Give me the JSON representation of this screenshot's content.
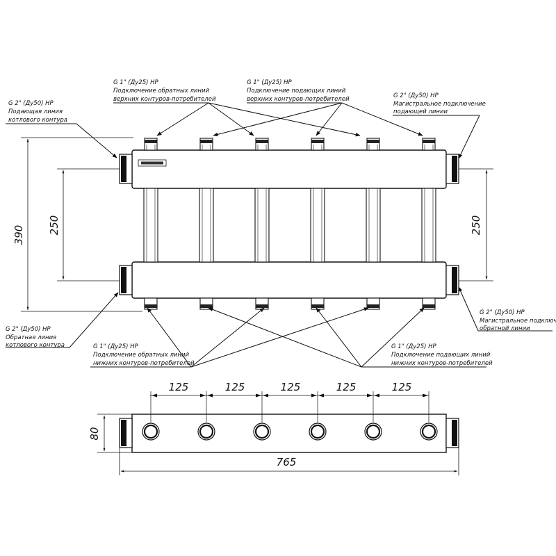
{
  "labels": {
    "return_upper": [
      "G 1\" (Ду25) НР",
      "Подключение обратных линий",
      "верхних контуров-потребителей"
    ],
    "supply_upper": [
      "G 1\" (Ду25) НР",
      "Подключение подающих линий",
      "верхних контуров-потребителей"
    ],
    "main_supply_right": [
      "G 2\" (Ду50) НР",
      "Магистральное подключение",
      "подающей линии"
    ],
    "boiler_supply_left": [
      "G 2\" (Ду50) НР",
      "Подающая линия",
      "котлового контура"
    ],
    "boiler_return_left": [
      "G 2\" (Ду50) НР",
      "Обратная линия",
      "котлового контура"
    ],
    "main_return_right": [
      "G 2\" (Ду50) НР",
      "Магистральное подключение",
      "обратной линии"
    ],
    "return_lower": [
      "G 1\" (Ду25) НР",
      "Подключение обратных линий",
      "нижних контуров-потребителей"
    ],
    "supply_lower": [
      "G 1\" (Ду25) НР",
      "Подключение подающих линий",
      "нижних контуров-потребителей"
    ]
  },
  "dimensions": {
    "total_height": "390",
    "spacing_left": "250",
    "spacing_right": "250",
    "pitch": [
      "125",
      "125",
      "125",
      "125",
      "125"
    ],
    "depth": "80",
    "length": "765"
  },
  "ports_per_header": 6
}
